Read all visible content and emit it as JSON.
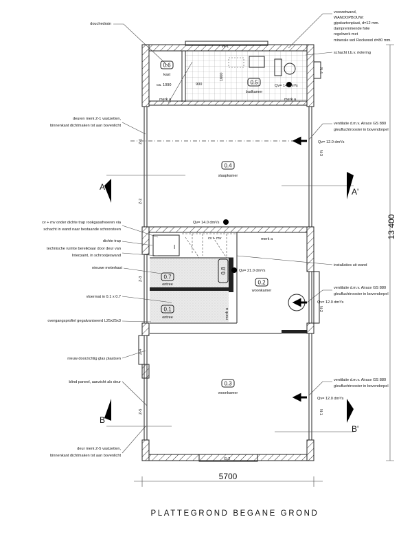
{
  "title": "PLATTEGROND BEGANE GROND",
  "dimensions": {
    "width": "5700",
    "length": "13 400"
  },
  "section_markers": {
    "a_left": "A",
    "a_right": "A'",
    "b_left": "B",
    "b_right": "B'"
  },
  "rooms": [
    {
      "number": "0.6",
      "name": "kast"
    },
    {
      "number": "0.5",
      "name": "badkamer"
    },
    {
      "number": "0.4",
      "name": "slaapkamer"
    },
    {
      "number": "0.7",
      "name": "entree"
    },
    {
      "number": "0.8",
      "name": ""
    },
    {
      "number": "0.2",
      "name": "woonkamer"
    },
    {
      "number": "0.1",
      "name": "entree"
    },
    {
      "number": "0.3",
      "name": "woonkamer"
    }
  ],
  "airflow": {
    "bathroom": "Qv= 14 dm³/s",
    "bedroom_in": "Qv= 12.0 dm³/s",
    "bedroom_out": "Qv= 14.0 dm³/s",
    "living_out": "Qv= 21.0 dm³/s",
    "living_in_1": "Qv= 12.0 dm³/s",
    "living_in_2": "Qv= 12.0 dm³/s"
  },
  "frames": {
    "w1": "W-1",
    "n4": "N-4",
    "n3": "N-3",
    "n2": "N-2",
    "n1": "N-1",
    "g2": "G-2",
    "z1": "Z-1",
    "z2": "Z-2",
    "z3": "Z-3",
    "z4": "Z-4",
    "z5": "Z-5"
  },
  "plan_labels": {
    "ca_1090": "ca. 1090",
    "d900": "900",
    "d1600": "1600",
    "merk_a_1": "merk a",
    "merk_a_2": "merk a",
    "merk_a_3": "merk a",
    "merk_a_4": "merk a",
    "cv_mv": "cv + mv",
    "meterkast_symbol": "I"
  },
  "annotations": {
    "douchedrain": "douchedrain",
    "voorzetwand": [
      "voorzetwand,",
      "WANDOPBOUW:",
      "gipskartonplaat, d=12 mm.",
      "dampremmende folie",
      "regelwerk met",
      "minerale wol Rockwool d=80 mm."
    ],
    "schacht": "schacht t.b.v. riolering",
    "ventilatie_1": [
      "ventilatie d.m.v. Airace GS 880",
      "gleufluchtrooster in bovendorpel"
    ],
    "ventilatie_2": [
      "ventilatie d.m.v. Airace GS 880",
      "gleufluchtrooster in bovendorpel"
    ],
    "ventilatie_3": [
      "ventilatie d.m.v. Airace GS 880",
      "gleufluchtrooster in bovendorpel"
    ],
    "installaties": "installaties uit wand",
    "deuren_z1": [
      "deuren merk Z-1 vastzetten,",
      "binnenkant dichtmaken tot aan bovenlicht"
    ],
    "cv_mv_note": [
      "cv + mv onder dichte trap rookgasafvoeren via",
      "schacht in wand naar bestaande schoorsteen"
    ],
    "dichte_trap": "dichte trap",
    "technische_ruimte": [
      "technische ruimte bereikbaar door deur van",
      "Interpaint, in schrootjeswand"
    ],
    "meterkast": "nieuwe meterkast",
    "vloermat": "vloermat in 0.1 x 0.7",
    "overgangsprofiel": "overgangsprofiel gegalvaniseerd L25x25x3",
    "glas": "nieuw doorzichtig glas plaatsen",
    "blind_paneel": "blind paneel, aanzicht als deur",
    "deur_z5": [
      "deur merk Z-5 vastzetten,",
      "binnenkant dichtmaken tot aan bovenlicht"
    ]
  }
}
